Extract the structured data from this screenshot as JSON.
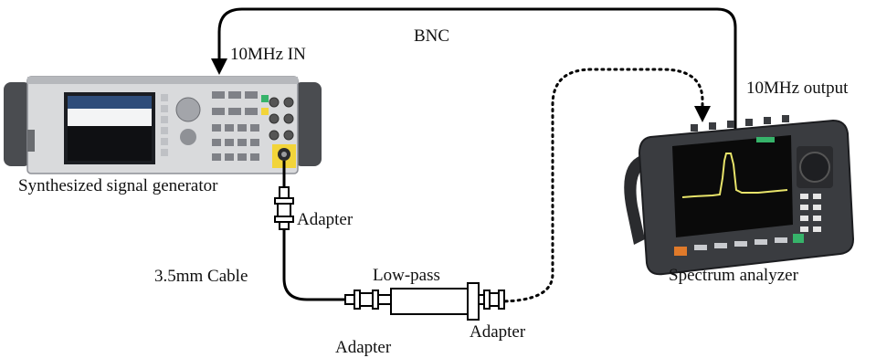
{
  "labels": {
    "bnc": "BNC",
    "ref_in": "10MHz IN",
    "ref_out": "10MHz output",
    "generator": "Synthesized signal generator",
    "analyzer": "Spectrum analyzer",
    "adapter_top": "Adapter",
    "cable": "3.5mm Cable",
    "lowpass": "Low-pass",
    "adapter_right": "Adapter",
    "adapter_bottom": "Adapter"
  },
  "colors": {
    "cable": "#000000",
    "instrument_body": "#3a3c40",
    "instrument_panel": "#d9dadc",
    "screen_dark": "#0a0a0a",
    "trace": "#e8e46a",
    "accent_yellow": "#f2d43a",
    "accent_green": "#36b36a"
  }
}
